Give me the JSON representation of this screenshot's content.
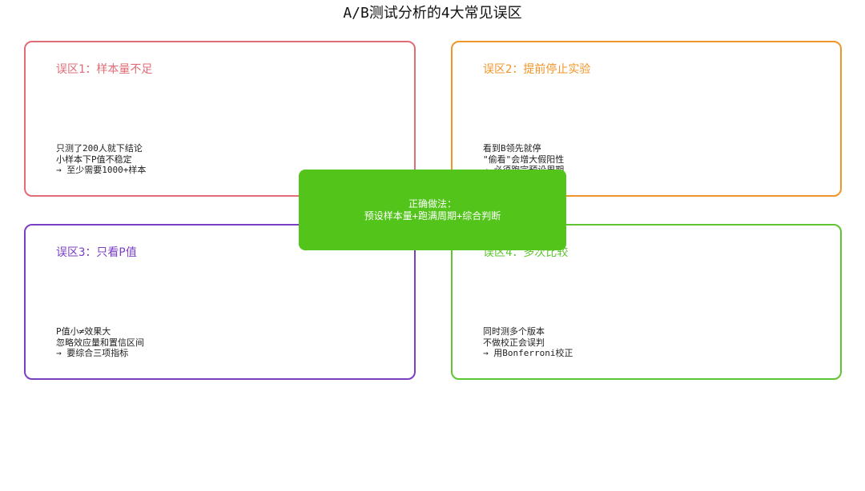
{
  "title": "A/B测试分析的4大常见误区",
  "colors": {
    "card1": "#e06c75",
    "card2": "#f0952a",
    "card3": "#7b3fc4",
    "card4": "#5ec432",
    "center": "#52c41a"
  },
  "cards": [
    {
      "title": "误区1：样本量不足",
      "lines": [
        "只测了200人就下结论",
        "小样本下P值不稳定",
        "→ 至少需要1000+样本"
      ]
    },
    {
      "title": "误区2：提前停止实验",
      "lines": [
        "看到B领先就停",
        "\"偷看\"会增大假阳性",
        "→ 必须跑完预设周期"
      ]
    },
    {
      "title": "误区3：只看P值",
      "lines": [
        "P值小≠效果大",
        "忽略效应量和置信区间",
        "→ 要综合三项指标"
      ]
    },
    {
      "title": "误区4：多次比较",
      "lines": [
        "同时测多个版本",
        "不做校正会误判",
        "→ 用Bonferroni校正"
      ]
    }
  ],
  "center": {
    "line1": "正确做法：",
    "line2": "预设样本量+跑满周期+综合判断"
  }
}
